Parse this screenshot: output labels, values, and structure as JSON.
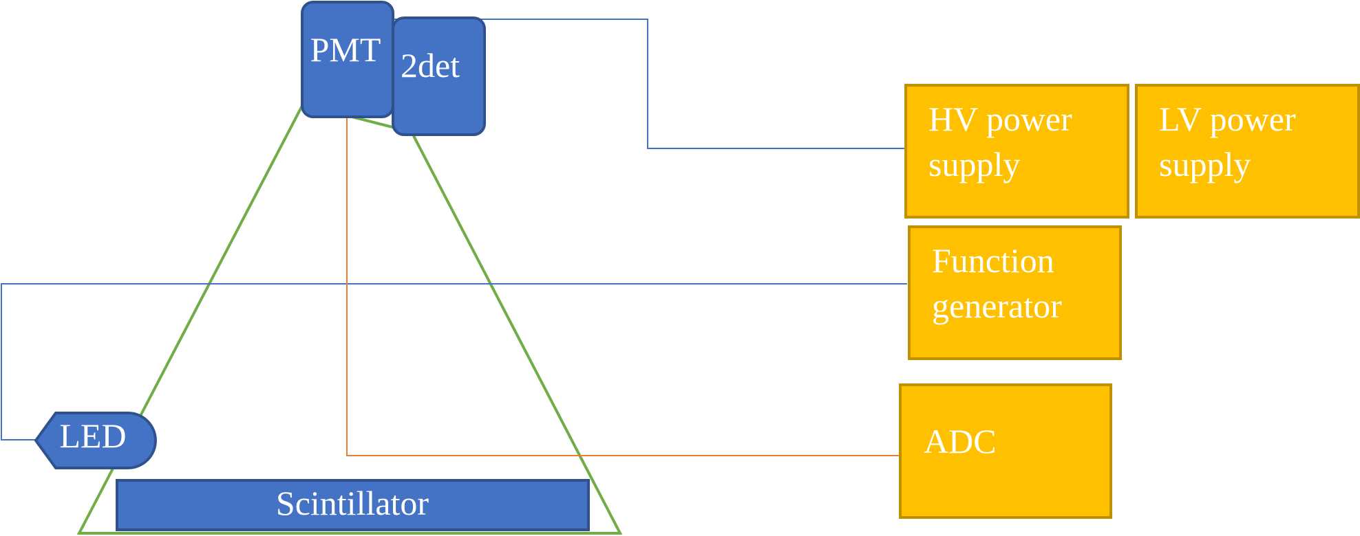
{
  "colors": {
    "detector_fill": "#4472C4",
    "detector_border": "#2F528F",
    "device_fill": "#FFC000",
    "device_border": "#BF9000",
    "signal_wire": "#ED7D31",
    "control_wire": "#4472C4",
    "light_guide": "#70AD47",
    "label_text": "#FFFFFF"
  },
  "detector": {
    "pmt_label": "PMT",
    "second_detector_label": "2det",
    "led_label": "LED",
    "scintillator_label": "Scintillator"
  },
  "devices": {
    "hv_supply": {
      "line1": "HV power",
      "line2": "supply"
    },
    "lv_supply": {
      "line1": "LV power",
      "line2": "supply"
    },
    "function_generator": {
      "line1": "Function",
      "line2": "generator"
    },
    "adc": {
      "label": "ADC"
    }
  }
}
